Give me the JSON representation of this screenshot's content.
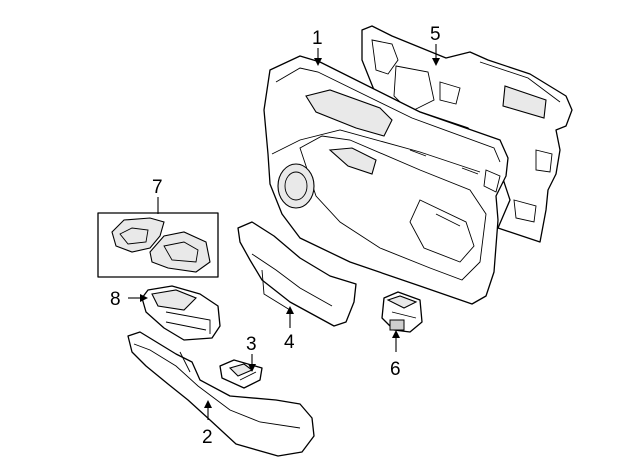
{
  "callouts": [
    "1",
    "2",
    "3",
    "4",
    "5",
    "6",
    "7",
    "8"
  ],
  "colors": {
    "line": "#000000",
    "background": "#ffffff"
  }
}
